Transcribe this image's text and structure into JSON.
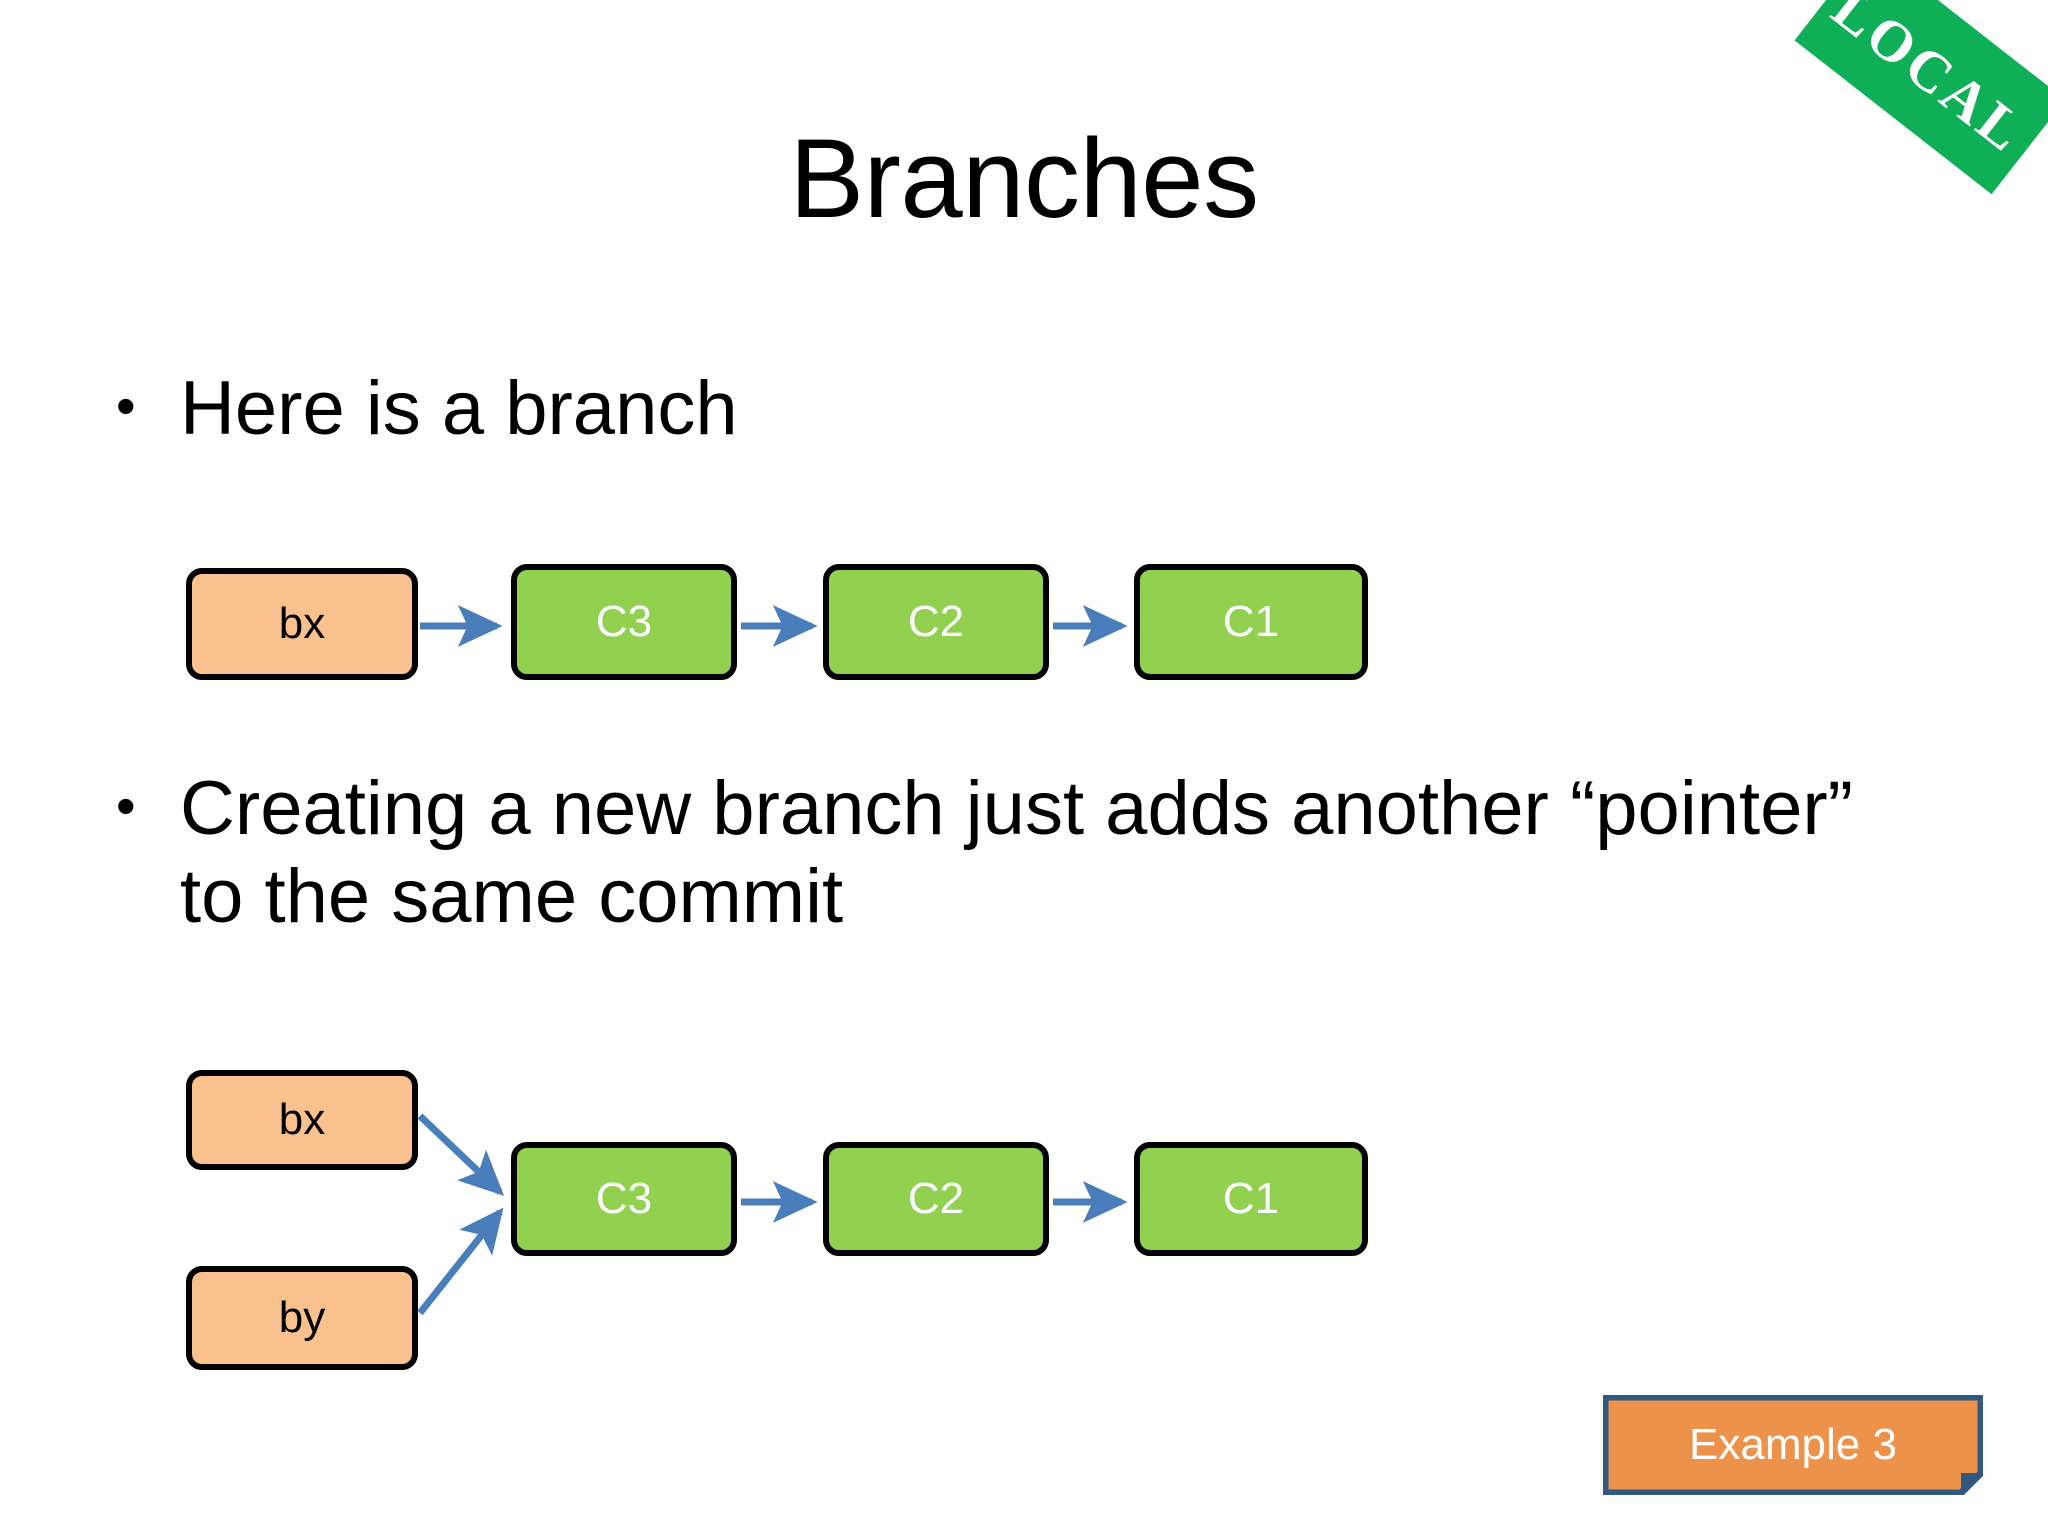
{
  "slide": {
    "title": "Branches",
    "background_color": "#FFFFFF"
  },
  "stamp": {
    "label": "LOCAL",
    "color": "#0FAF57",
    "text_color": "#FFFFFF"
  },
  "bullets": [
    {
      "marker": "•",
      "text": "Here is a branch"
    },
    {
      "marker": "•",
      "text": "Creating a new branch just adds another “pointer” to the same commit"
    }
  ],
  "diagrams": [
    {
      "name": "single-branch",
      "branch_color": "#F8C18D",
      "commit_color": "#92D050",
      "arrow_color": "#4A7EBB",
      "border_color": "#000000",
      "nodes": [
        {
          "id": "bx",
          "label": "bx",
          "type": "branch"
        },
        {
          "id": "c3",
          "label": "C3",
          "type": "commit"
        },
        {
          "id": "c2",
          "label": "C2",
          "type": "commit"
        },
        {
          "id": "c1",
          "label": "C1",
          "type": "commit"
        }
      ],
      "edges": [
        {
          "from": "bx",
          "to": "c3"
        },
        {
          "from": "c3",
          "to": "c2"
        },
        {
          "from": "c2",
          "to": "c1"
        }
      ]
    },
    {
      "name": "two-branches",
      "branch_color": "#F8C18D",
      "commit_color": "#92D050",
      "arrow_color": "#4A7EBB",
      "border_color": "#000000",
      "nodes": [
        {
          "id": "bx",
          "label": "bx",
          "type": "branch"
        },
        {
          "id": "by",
          "label": "by",
          "type": "branch"
        },
        {
          "id": "c3",
          "label": "C3",
          "type": "commit"
        },
        {
          "id": "c2",
          "label": "C2",
          "type": "commit"
        },
        {
          "id": "c1",
          "label": "C1",
          "type": "commit"
        }
      ],
      "edges": [
        {
          "from": "bx",
          "to": "c3"
        },
        {
          "from": "by",
          "to": "c3"
        },
        {
          "from": "c3",
          "to": "c2"
        },
        {
          "from": "c2",
          "to": "c1"
        }
      ]
    }
  ],
  "example_badge": {
    "label": "Example 3",
    "fill_color": "#ED924A",
    "border_color": "#31587E",
    "text_color": "#FFFFFF"
  }
}
